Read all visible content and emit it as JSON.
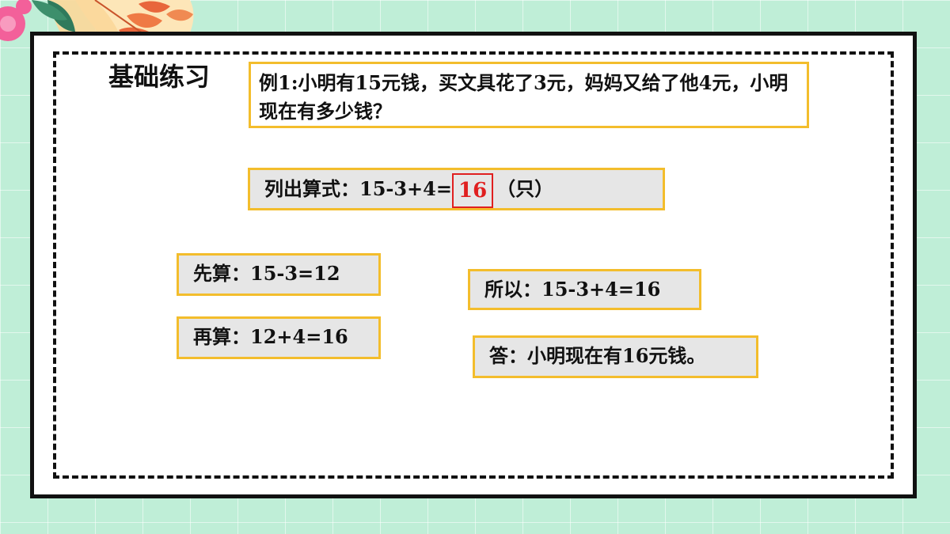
{
  "section_title": "基础练习",
  "problem_text": "例1:小明有15元钱，买文具花了3元，妈妈又给了他4元，小明现在有多少钱？",
  "formula": {
    "label": "列出算式：15-3+4=",
    "answer": "16",
    "unit": "（只）"
  },
  "steps": {
    "first": "先算：15-3=12",
    "then": "再算：12+4=16",
    "so": "所以：15-3+4=16",
    "answer": "答：小明现在有16元钱。"
  },
  "colors": {
    "background": "#bfeed7",
    "box_border": "#f3bd2c",
    "answer_red": "#e01f1f",
    "box_fill": "#e6e6e6"
  },
  "icons": [
    "flower-decoration-icon"
  ]
}
